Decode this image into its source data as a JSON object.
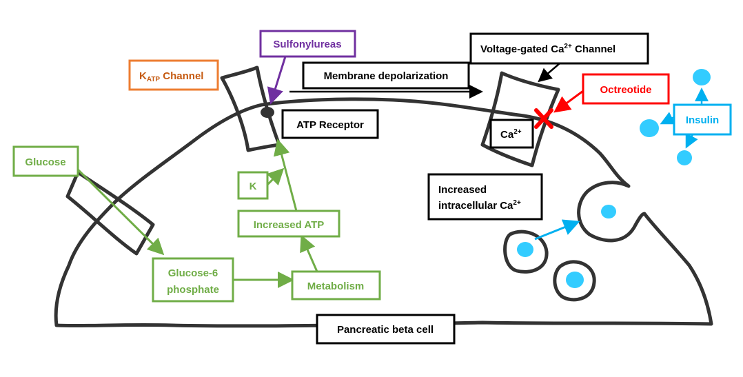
{
  "colors": {
    "outline": "#333333",
    "green": "#70ad47",
    "orange": "#ed7d31",
    "purple": "#7030a0",
    "red": "#ff0000",
    "blue": "#00b0f0",
    "insulin": "#33ccff",
    "black": "#000000"
  },
  "labels": {
    "sulfonylureas": "Sulfonylureas",
    "katp_k": "K",
    "katp_sub": "ATP",
    "katp_rest": " Channel",
    "membrane_depolarization": "Membrane depolarization",
    "vgcc_pre": "Voltage-gated Ca",
    "vgcc_sup": "2+",
    "vgcc_post": " Channel",
    "octreotide": "Octreotide",
    "insulin": "Insulin",
    "atp_receptor": "ATP Receptor",
    "ca_base": "Ca",
    "ca_sup": "2+",
    "glucose": "Glucose",
    "k": "K",
    "increased_ca_line1": "Increased",
    "increased_ca_line2": "intracellular Ca",
    "increased_ca_sup": "2+",
    "increased_atp": "Increased ATP",
    "g6p_line1": "Glucose-6",
    "g6p_line2": "phosphate",
    "metabolism": "Metabolism",
    "pancreatic_beta_cell": "Pancreatic beta cell"
  }
}
